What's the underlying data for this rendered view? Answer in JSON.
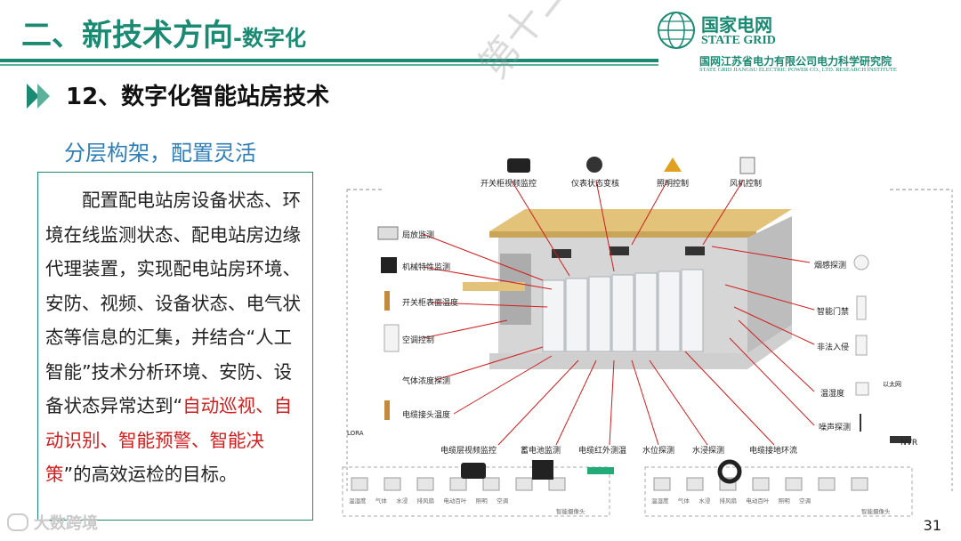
{
  "header": {
    "title_main": "二、新技术方向",
    "title_sub": "-数字化"
  },
  "logo": {
    "cn": "国家电网",
    "en": "STATE GRID",
    "institute": "国网江苏省电力有限公司电力科学研究院",
    "institute_en": "STATE GRID JIANGSU ELECTRIC POWER CO., LTD. RESEARCH INSTITUTE"
  },
  "section": {
    "title": "12、数字化智能站房技术"
  },
  "subtitle": "分层构架，配置灵活",
  "body": {
    "text_plain": "配置配电站房设备状态、环境在线监测状态、配电站房边缘代理装置，实现配电站房环境、安防、视频、设备状态、电气状态等信息的汇集，并结合“人工智能”技术分析环境、安防、设备状态异常达到“",
    "text_red": "自动巡视、自动识别、智能预警、智能决策",
    "text_end": "”的高效运检的目标。"
  },
  "diagram": {
    "labels": {
      "l1": "开关柜视频监控",
      "l2": "仪表状态变核",
      "l3": "照明控制",
      "l4": "风机控制",
      "l5": "局放监测",
      "l6": "机械特性监测",
      "l7": "开关柜表面温度",
      "l8": "空调控制",
      "l9": "气体浓度探测",
      "l10": "电缆接头温度",
      "l11": "电缆层视频监控",
      "l12": "蓄电池监测",
      "l13": "电缆红外测温",
      "l14": "水位探测",
      "l15": "水浸探测",
      "l16": "电缆接地环流",
      "l17": "烟感探测",
      "l18": "智能门禁",
      "l19": "非法入侵",
      "l20": "温湿度",
      "l21": "噪声探测",
      "l22": "NVR",
      "l23": "以太网",
      "l24": "LORA"
    },
    "bottom_left": [
      "温湿度",
      "气体",
      "水浸",
      "排风扇",
      "电动百叶",
      "照明",
      "空调"
    ],
    "bottom_right": [
      "温湿度",
      "气体",
      "水浸",
      "排风扇",
      "电动百叶",
      "照明",
      "空调"
    ],
    "cam_left": "智能摄像头",
    "cam_right": "智能摄像头"
  },
  "watermark": {
    "text": "大数跨境",
    "overlay": "第十二届配电技术应用论坛"
  },
  "page": {
    "number": "31"
  },
  "colors": {
    "brand": "#1b8a73",
    "accent_blue": "#2e7fb8",
    "highlight_red": "#d21d1d"
  }
}
